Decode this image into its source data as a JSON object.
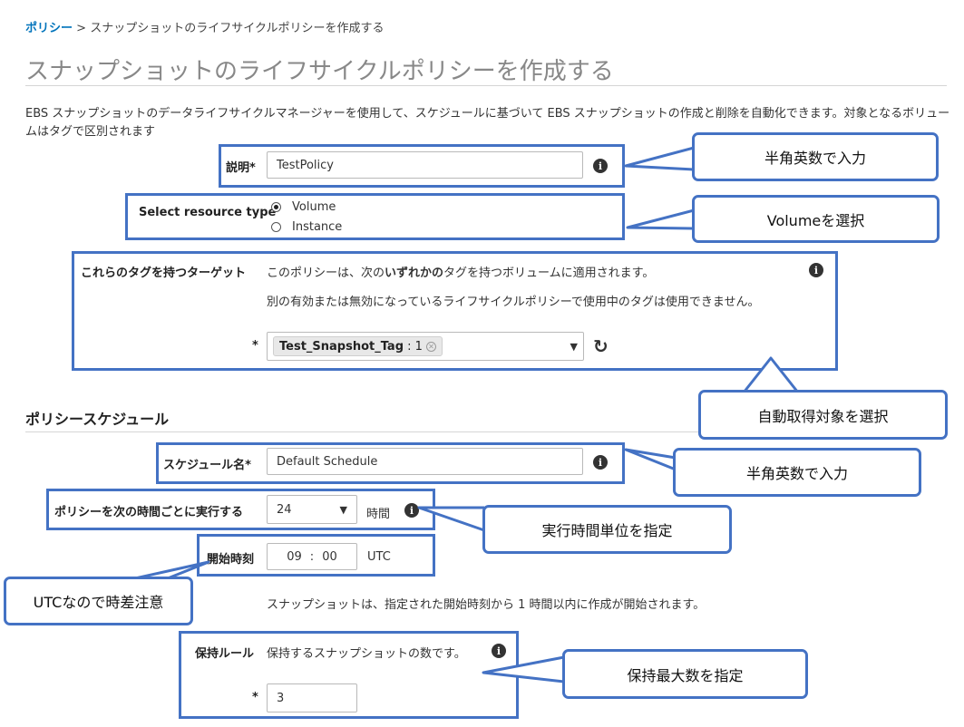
{
  "breadcrumb": {
    "parent": "ポリシー",
    "separator": ">",
    "current": "スナップショットのライフサイクルポリシーを作成する"
  },
  "page": {
    "title": "スナップショットのライフサイクルポリシーを作成する",
    "intro": "EBS スナップショットのデータライフサイクルマネージャーを使用して、スケジュールに基づいて EBS スナップショットの作成と削除を自動化できます。対象となるボリュームはタグで区別されます"
  },
  "form": {
    "description": {
      "label": "説明*",
      "value": "TestPolicy"
    },
    "resource_type": {
      "label": "Select resource type",
      "options": [
        "Volume",
        "Instance"
      ],
      "selected": "Volume"
    },
    "target_tags": {
      "label": "これらのタグを持つターゲット",
      "help_pre": "このポリシーは、次の",
      "help_bold": "いずれかの",
      "help_post": "タグを持つボリュームに適用されます。",
      "help2": "別の有効または無効になっているライフサイクルポリシーで使用中のタグは使用できません。",
      "required_mark": "*",
      "tag_name": "Test_Snapshot_Tag",
      "tag_value": ": 1"
    },
    "schedule_section": "ポリシースケジュール",
    "schedule_name": {
      "label": "スケジュール名*",
      "value": "Default Schedule"
    },
    "interval": {
      "label": "ポリシーを次の時間ごとに実行する",
      "value": "24",
      "unit": "時間"
    },
    "start_time": {
      "label": "開始時刻",
      "hour": "09",
      "sep": ":",
      "minute": "00",
      "tz": "UTC"
    },
    "start_note": "スナップショットは、指定された開始時刻から 1 時間以内に作成が開始されます。",
    "retention": {
      "label": "保持ルール",
      "help": "保持するスナップショットの数です。",
      "required_mark": "*",
      "value": "3"
    }
  },
  "callouts": {
    "description": "半角英数で入力",
    "resource_type": "Volumeを選択",
    "tags": "自動取得対象を選択",
    "schedule_name": "半角英数で入力",
    "interval": "実行時間単位を指定",
    "start_time": "UTCなので時差注意",
    "retention": "保持最大数を指定"
  },
  "colors": {
    "link": "#0073bb",
    "annotation": "#4472c4"
  }
}
